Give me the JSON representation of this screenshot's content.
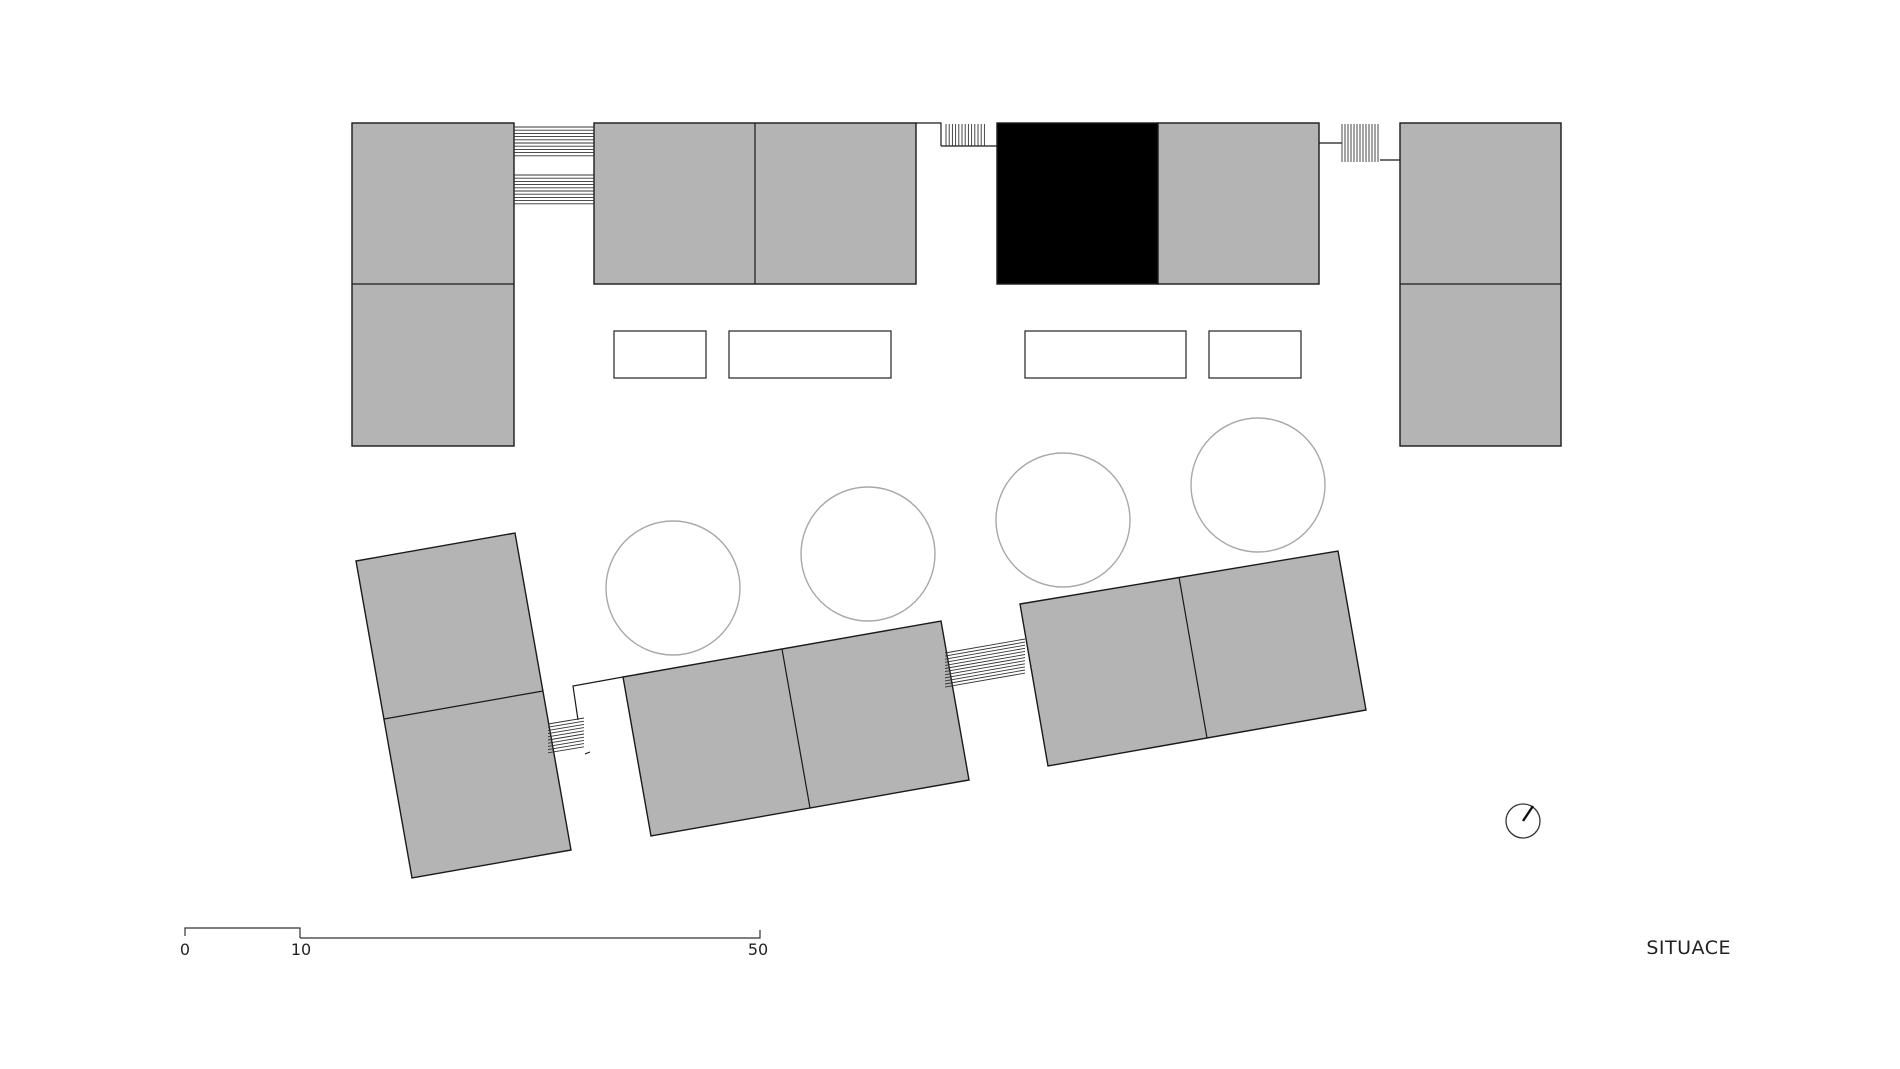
{
  "drawing": {
    "title": "SITUACE"
  },
  "scale_bar": {
    "labels": [
      "0",
      "10",
      "50"
    ]
  },
  "colors": {
    "building": "#b3b4b3",
    "highlight_building": "#000000",
    "tree_outline": "#a8a8a8",
    "line": "#1a1a1a"
  },
  "icons": [
    "north-arrow-icon"
  ]
}
